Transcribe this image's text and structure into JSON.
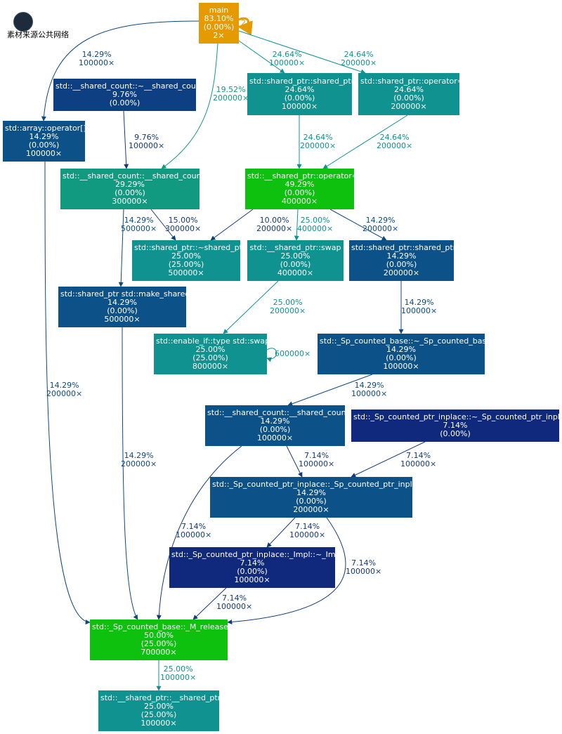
{
  "watermark": "素材来源公共网络",
  "colors": {
    "orange": "#e49a00",
    "teal": "#0f9290",
    "green": "#0ec10e",
    "mint": "#119a80",
    "blue": "#0d5189",
    "navy": "#0e3f82",
    "indigo": "#10297d",
    "edge_teal": "#0f9290",
    "edge_blue": "#0d4a80",
    "edge_navy": "#143a78",
    "edge_orange": "#e49a00"
  },
  "nodes": [
    {
      "id": "main",
      "lines": [
        "main",
        "83.10%",
        "(0.00%)",
        "2×"
      ]
    },
    {
      "id": "shared_count_dtor",
      "lines": [
        "std::__shared_count::~__shared_count",
        "9.76%",
        "(0.00%)"
      ]
    },
    {
      "id": "shared_ptr_ctor_top",
      "lines": [
        "std::shared_ptr::shared_ptr",
        "24.64%",
        "(0.00%)",
        "100000×"
      ]
    },
    {
      "id": "shared_ptr_assign_top",
      "lines": [
        "std::shared_ptr::operator=",
        "24.64%",
        "(0.00%)",
        "200000×"
      ]
    },
    {
      "id": "array_op",
      "lines": [
        "std::array::operator[]",
        "14.29%",
        "(0.00%)",
        "100000×"
      ]
    },
    {
      "id": "shared_count_ctor",
      "lines": [
        "std::__shared_count::__shared_count",
        "29.29%",
        "(0.00%)",
        "300000×"
      ]
    },
    {
      "id": "sptr_assign",
      "lines": [
        "std::__shared_ptr::operator=",
        "49.29%",
        "(0.00%)",
        "400000×"
      ]
    },
    {
      "id": "shared_ptr_dtor",
      "lines": [
        "std::shared_ptr::~shared_ptr",
        "25.00%",
        "(25.00%)",
        "500000×"
      ]
    },
    {
      "id": "sptr_swap",
      "lines": [
        "std::__shared_ptr::swap",
        "25.00%",
        "(0.00%)",
        "400000×"
      ]
    },
    {
      "id": "shared_ptr_ctor_mid",
      "lines": [
        "std::shared_ptr::shared_ptr",
        "14.29%",
        "(0.00%)",
        "200000×"
      ]
    },
    {
      "id": "make_shared",
      "lines": [
        "std::shared_ptr std::make_shared",
        "14.29%",
        "(0.00%)",
        "500000×"
      ]
    },
    {
      "id": "enable_if_swap",
      "lines": [
        "std::enable_if::type std::swap",
        "25.00%",
        "(25.00%)",
        "800000×"
      ]
    },
    {
      "id": "sp_counted_base_dtor",
      "lines": [
        "std::_Sp_counted_base::~_Sp_counted_base",
        "14.29%",
        "(0.00%)",
        "100000×"
      ]
    },
    {
      "id": "shared_count_ctor2",
      "lines": [
        "std::__shared_count::__shared_count",
        "14.29%",
        "(0.00%)",
        "100000×"
      ]
    },
    {
      "id": "inplace_dtor",
      "lines": [
        "std::_Sp_counted_ptr_inplace::~_Sp_counted_ptr_inplace",
        "7.14%",
        "(0.00%)"
      ]
    },
    {
      "id": "inplace_ctor",
      "lines": [
        "std::_Sp_counted_ptr_inplace::_Sp_counted_ptr_inplace",
        "14.29%",
        "(0.00%)",
        "200000×"
      ]
    },
    {
      "id": "impl_dtor",
      "lines": [
        "std::_Sp_counted_ptr_inplace::_Impl::~_Impl",
        "7.14%",
        "(0.00%)",
        "100000×"
      ]
    },
    {
      "id": "m_release",
      "lines": [
        "std::_Sp_counted_base::_M_release",
        "50.00%",
        "(25.00%)",
        "700000×"
      ]
    },
    {
      "id": "sptr_ctor_bottom",
      "lines": [
        "std::__shared_ptr::__shared_ptr",
        "25.00%",
        "(25.00%)",
        "100000×"
      ]
    }
  ],
  "edges": [
    {
      "from": "main",
      "to": "main",
      "label": [
        "2×"
      ],
      "color": "orange"
    },
    {
      "from": "main",
      "to": "array_op",
      "label": [
        "14.29%",
        "100000×"
      ],
      "color": "blue"
    },
    {
      "from": "main",
      "to": "shared_count_ctor",
      "label": [
        "19.52%",
        "200000×"
      ],
      "color": "mint"
    },
    {
      "from": "main",
      "to": "shared_ptr_ctor_top",
      "label": [
        "24.64%",
        "100000×"
      ],
      "color": "teal"
    },
    {
      "from": "main",
      "to": "shared_ptr_assign_top",
      "label": [
        "24.64%",
        "200000×"
      ],
      "color": "teal"
    },
    {
      "from": "shared_count_dtor",
      "to": "shared_count_ctor",
      "label": [
        "9.76%",
        "100000×"
      ],
      "color": "navy"
    },
    {
      "from": "shared_ptr_ctor_top",
      "to": "sptr_assign",
      "label": [
        "24.64%",
        "200000×"
      ],
      "color": "teal"
    },
    {
      "from": "shared_ptr_assign_top",
      "to": "sptr_assign",
      "label": [
        "24.64%",
        "200000×"
      ],
      "color": "teal"
    },
    {
      "from": "shared_count_ctor",
      "to": "make_shared",
      "label": [
        "14.29%",
        "500000×"
      ],
      "color": "blue"
    },
    {
      "from": "shared_count_ctor",
      "to": "shared_ptr_dtor",
      "label": [
        "15.00%",
        "300000×"
      ],
      "color": "navy"
    },
    {
      "from": "sptr_assign",
      "to": "shared_ptr_dtor",
      "label": [
        "10.00%",
        "200000×"
      ],
      "color": "navy"
    },
    {
      "from": "sptr_assign",
      "to": "sptr_swap",
      "label": [
        "25.00%",
        "400000×"
      ],
      "color": "teal"
    },
    {
      "from": "sptr_assign",
      "to": "shared_ptr_ctor_mid",
      "label": [
        "14.29%",
        "200000×"
      ],
      "color": "blue"
    },
    {
      "from": "sptr_swap",
      "to": "enable_if_swap",
      "label": [
        "25.00%",
        "200000×"
      ],
      "color": "teal"
    },
    {
      "from": "enable_if_swap",
      "to": "enable_if_swap",
      "label": [
        "600000×"
      ],
      "color": "teal"
    },
    {
      "from": "shared_ptr_ctor_mid",
      "to": "sp_counted_base_dtor",
      "label": [
        "14.29%",
        "100000×"
      ],
      "color": "blue"
    },
    {
      "from": "sp_counted_base_dtor",
      "to": "shared_count_ctor2",
      "label": [
        "14.29%",
        "100000×"
      ],
      "color": "blue"
    },
    {
      "from": "array_op",
      "to": "m_release",
      "label": [
        "14.29%",
        "200000×"
      ],
      "color": "blue"
    },
    {
      "from": "make_shared",
      "to": "m_release",
      "label": [
        "14.29%",
        "200000×"
      ],
      "color": "blue"
    },
    {
      "from": "shared_count_ctor2",
      "to": "inplace_ctor",
      "label": [
        "7.14%",
        "100000×"
      ],
      "color": "navy"
    },
    {
      "from": "inplace_dtor",
      "to": "inplace_ctor",
      "label": [
        "7.14%",
        "100000×"
      ],
      "color": "navy"
    },
    {
      "from": "shared_count_ctor2",
      "to": "m_release",
      "label": [
        "7.14%",
        "100000×"
      ],
      "color": "navy"
    },
    {
      "from": "inplace_ctor",
      "to": "impl_dtor",
      "label": [
        "7.14%",
        "100000×"
      ],
      "color": "navy"
    },
    {
      "from": "inplace_ctor",
      "to": "m_release",
      "label": [
        "7.14%",
        "100000×"
      ],
      "color": "navy"
    },
    {
      "from": "impl_dtor",
      "to": "m_release",
      "label": [
        "7.14%",
        "100000×"
      ],
      "color": "navy"
    },
    {
      "from": "m_release",
      "to": "sptr_ctor_bottom",
      "label": [
        "25.00%",
        "100000×"
      ],
      "color": "teal"
    }
  ]
}
